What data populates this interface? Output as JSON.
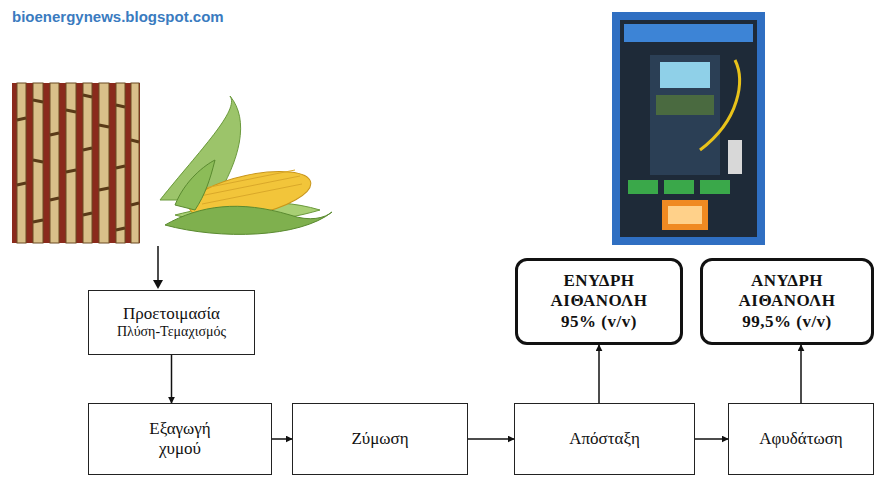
{
  "diagram": {
    "nodes": [
      {
        "text": [
          "Προετοιμασία",
          "Πλύση-Τεμαχισμός"
        ]
      },
      {
        "text": [
          "ΕΝΥΔΡΗ ΑΙΘΑΝΟΛΗ",
          "95% (v/v)"
        ]
      },
      {
        "text": [
          "ΑΝΥΔΡΗ ΑΙΘΑΝΟΛΗ",
          "99,5% (v/v)"
        ]
      },
      {
        "text": [
          "Εξαγωγή χυμού"
        ]
      },
      {
        "text": [
          "Ζύμωση"
        ]
      },
      {
        "text": [
          "Απόσταξη"
        ]
      },
      {
        "text": [
          "Αφυδάτωση"
        ]
      }
    ],
    "edges": [
      {
        "from": 0,
        "to": 3,
        "arrow": "to"
      },
      {
        "from": 3,
        "to": 4,
        "arrow": "to"
      },
      {
        "from": 4,
        "to": 5,
        "arrow": "to"
      },
      {
        "from": 5,
        "to": 1,
        "arrow": "to"
      },
      {
        "from": 5,
        "to": 6,
        "arrow": "to"
      },
      {
        "from": 6,
        "to": 2,
        "arrow": "to"
      }
    ],
    "labels": [
      "bioenergynews.blogspot.com"
    ]
  }
}
